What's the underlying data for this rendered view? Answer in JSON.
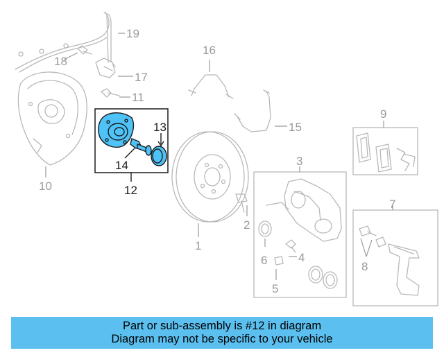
{
  "callouts": {
    "c1": "1",
    "c2": "2",
    "c3": "3",
    "c4": "4",
    "c5": "5",
    "c6": "6",
    "c7": "7",
    "c8": "8",
    "c9": "9",
    "c10": "10",
    "c11": "11",
    "c12": "12",
    "c13": "13",
    "c14": "14",
    "c15": "15",
    "c16": "16",
    "c17": "17",
    "c18": "18",
    "c19": "19"
  },
  "highlight": {
    "part": "12",
    "color": "#4fc3f7"
  },
  "banner": {
    "line1": "Part or sub-assembly is #12 in diagram",
    "line2": "Diagram may not be specific to your vehicle",
    "color": "#5bc0f0"
  }
}
